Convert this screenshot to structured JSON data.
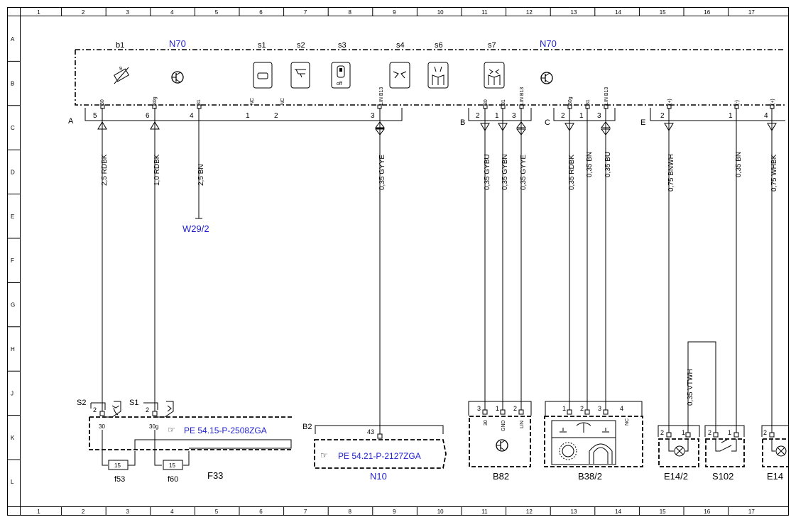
{
  "grid": {
    "columns": [
      "1",
      "2",
      "3",
      "4",
      "5",
      "6",
      "7",
      "8",
      "9",
      "10",
      "11",
      "12",
      "13",
      "14",
      "15",
      "16",
      "17"
    ],
    "rows": [
      "A",
      "B",
      "C",
      "D",
      "E",
      "F",
      "G",
      "H",
      "J",
      "K",
      "L"
    ]
  },
  "n70": {
    "label_left": "N70",
    "label_right": "N70",
    "switch_labels": [
      "b1",
      "s1",
      "s2",
      "s3",
      "s4",
      "s6",
      "s7"
    ],
    "off_text": "off",
    "pins_top": [
      "30",
      "30g",
      "31",
      "NC",
      "NC",
      "LIN B13"
    ],
    "pins_b": [
      "30",
      "31",
      "LIN B13"
    ],
    "pins_c": [
      "30g",
      "31",
      "LIN B13"
    ],
    "pins_e": [
      "(+)",
      "(-)",
      "(+)"
    ]
  },
  "connectors": {
    "A": {
      "label": "A",
      "pins": [
        "5",
        "6",
        "4",
        "1",
        "2",
        "3"
      ]
    },
    "B": {
      "label": "B",
      "pins": [
        "2",
        "1",
        "3"
      ]
    },
    "C": {
      "label": "C",
      "pins": [
        "2",
        "1",
        "3"
      ]
    },
    "E": {
      "label": "E",
      "pins": [
        "2",
        "1",
        "4"
      ]
    }
  },
  "wires": [
    "2,5 RDBK",
    "1,0 RDBK",
    "2,5 BN",
    "0,35 GYYE",
    "0,35 GYBU",
    "0,35 GYBN",
    "0,35 GYYE",
    "0,35 RDBK",
    "0,35 BN",
    "0,35 BU",
    "0,75 BNWH",
    "0,35 BN",
    "0,75 WHBK",
    "0,35 VTWH"
  ],
  "ground": "W29/2",
  "fuse_box": {
    "name": "F33",
    "s2": "S2",
    "s1": "S1",
    "pin2a": "2",
    "pin2b": "2",
    "p30": "30",
    "p30g": "30g",
    "ref": "PE 54.15-P-2508ZGA",
    "fuse_a_value": "15",
    "fuse_b_value": "15",
    "fuse_a_name": "f53",
    "fuse_b_name": "f60"
  },
  "n10": {
    "name": "N10",
    "conn": "B2",
    "pin": "43",
    "ref": "PE 54.21-P-2127ZGA"
  },
  "b82": {
    "name": "B82",
    "pins": [
      "3",
      "1",
      "2"
    ],
    "pin_labels": [
      "30",
      "GND",
      "LIN"
    ]
  },
  "b382": {
    "name": "B38/2",
    "pins": [
      "1",
      "2",
      "3",
      "4"
    ],
    "nc": "NC"
  },
  "e142": {
    "name": "E14/2",
    "pins": [
      "2",
      "1"
    ]
  },
  "s102": {
    "name": "S102",
    "pins": [
      "2",
      "1"
    ]
  },
  "e14": {
    "name": "E14",
    "pins": [
      "2"
    ]
  }
}
